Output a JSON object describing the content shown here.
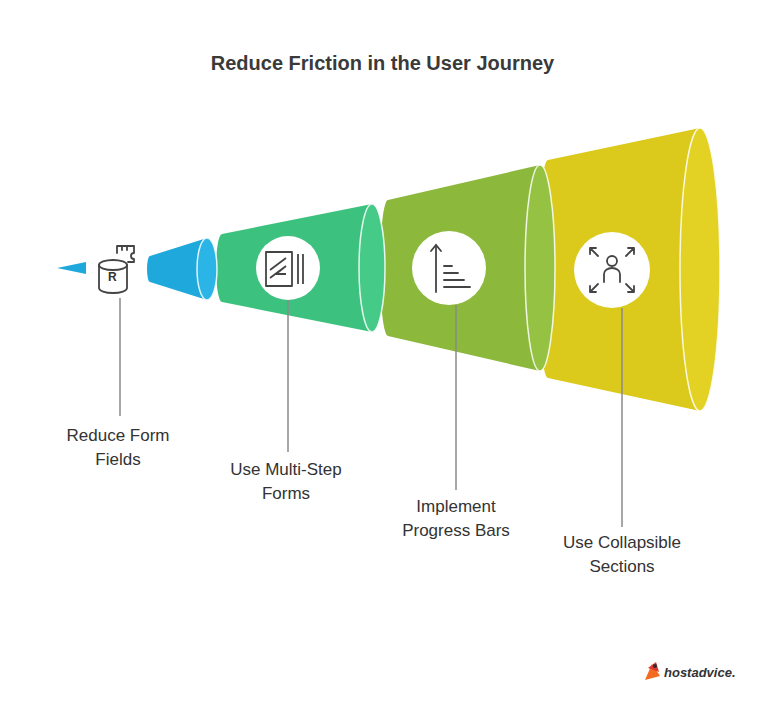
{
  "diagram": {
    "title": "Reduce Friction in the User Journey",
    "nodes": [
      {
        "text": [
          "Reduce Form Fields"
        ]
      },
      {
        "text": [
          "Use Multi-Step Forms"
        ]
      },
      {
        "text": [
          "Implement Progress Bars"
        ]
      },
      {
        "text": [
          "Use Collapsible Sections"
        ]
      }
    ],
    "labels": [
      "R",
      "hostadvice."
    ]
  }
}
